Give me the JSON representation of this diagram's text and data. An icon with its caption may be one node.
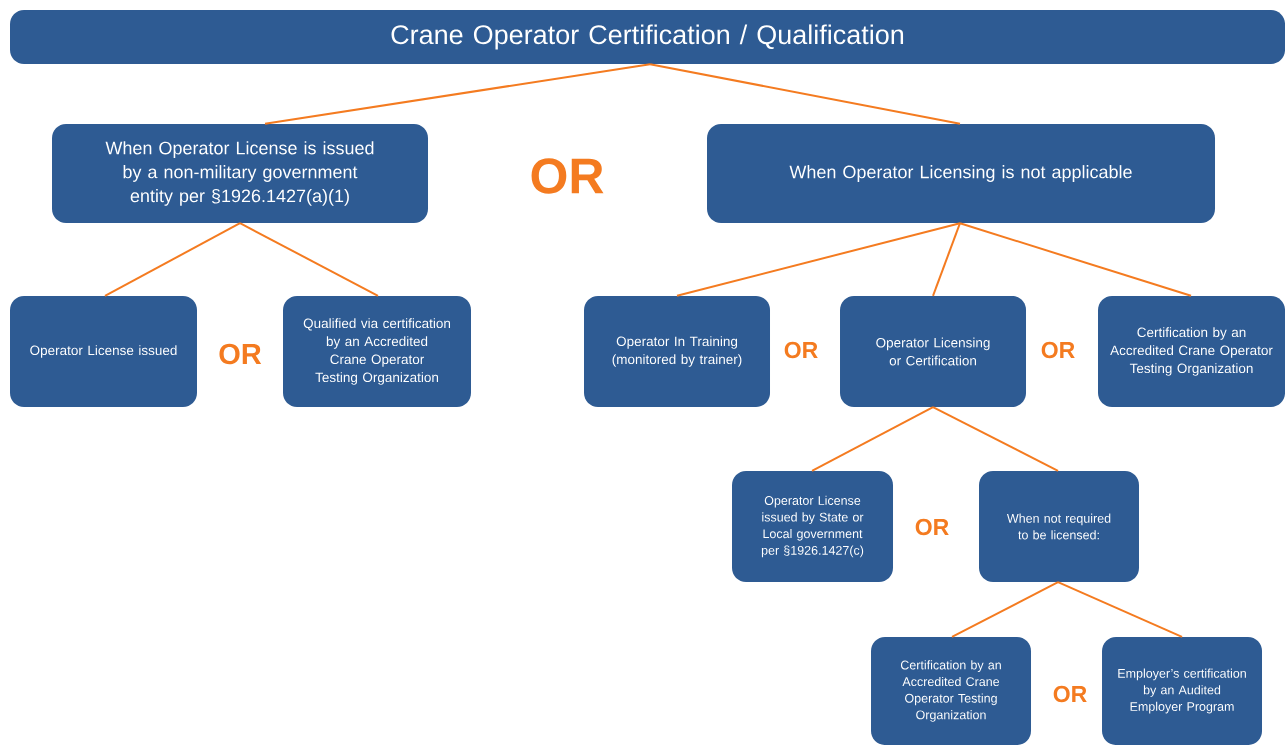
{
  "diagram": {
    "nodes": [
      {
        "text": [
          "Crane Operator Certification / Qualification"
        ]
      },
      {
        "text": [
          "When Operator License is issued by a non-military government entity per §1926.1427(a)(1)"
        ]
      },
      {
        "text": [
          "When Operator Licensing is not applicable"
        ]
      },
      {
        "text": [
          "Operator License issued"
        ]
      },
      {
        "text": [
          "Qualified via certification by an Accredited Crane Operator Testing Organization"
        ]
      },
      {
        "text": [
          "Operator In Training (monitored by trainer)"
        ]
      },
      {
        "text": [
          "Operator Licensing or Certification"
        ]
      },
      {
        "text": [
          "Certification by an Accredited Crane Operator Testing Organization"
        ]
      },
      {
        "text": [
          "Operator License issued by State or Local government per §1926.1427(c)"
        ]
      },
      {
        "text": [
          "When not required to be licensed:"
        ]
      },
      {
        "text": [
          "Certification by an Accredited Crane Operator Testing Organization"
        ]
      },
      {
        "text": [
          "Employer’s certification by an Audited Employer Program"
        ]
      }
    ],
    "edges": [
      {
        "from": 0,
        "to": 1,
        "arrow": "none"
      },
      {
        "from": 0,
        "to": 2,
        "arrow": "none"
      },
      {
        "from": 1,
        "to": 3,
        "arrow": "none"
      },
      {
        "from": 1,
        "to": 4,
        "arrow": "none"
      },
      {
        "from": 2,
        "to": 5,
        "arrow": "none"
      },
      {
        "from": 2,
        "to": 6,
        "arrow": "none"
      },
      {
        "from": 2,
        "to": 7,
        "arrow": "none"
      },
      {
        "from": 6,
        "to": 8,
        "arrow": "none"
      },
      {
        "from": 6,
        "to": 9,
        "arrow": "none"
      },
      {
        "from": 9,
        "to": 10,
        "arrow": "none"
      },
      {
        "from": 9,
        "to": 11,
        "arrow": "none"
      }
    ],
    "labels": [
      "OR",
      "OR",
      "OR",
      "OR",
      "OR",
      "OR"
    ]
  }
}
